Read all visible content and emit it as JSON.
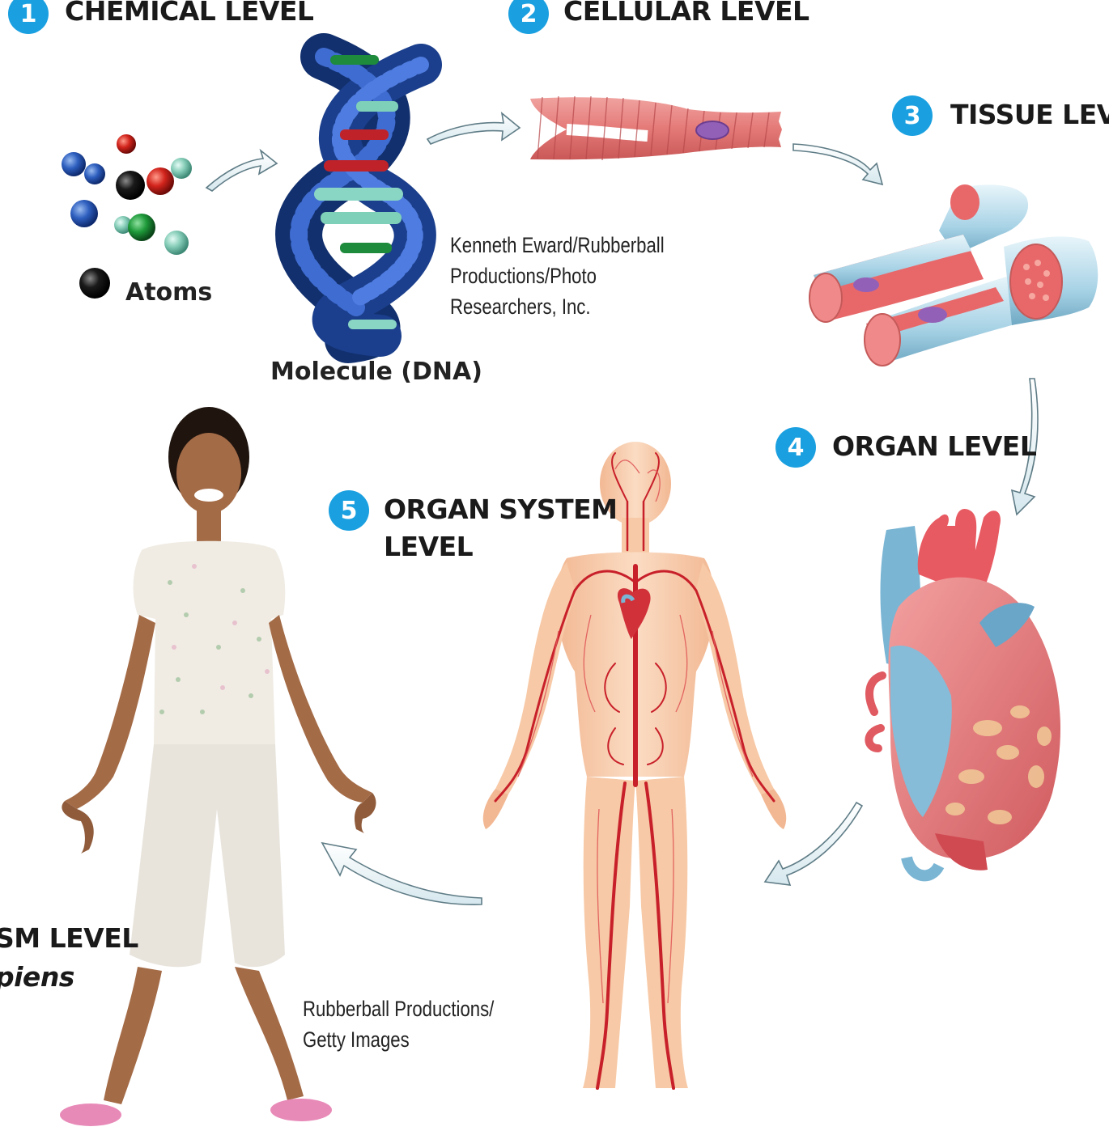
{
  "levels": {
    "chemical": {
      "number": "1",
      "label": "CHEMICAL LEVEL"
    },
    "cellular": {
      "number": "2",
      "label": "CELLULAR LEVEL"
    },
    "tissue": {
      "number": "3",
      "label": "TISSUE LEVE"
    },
    "organ": {
      "number": "4",
      "label": "ORGAN LEVEL"
    },
    "organ_system": {
      "number": "5",
      "label_line1": "ORGAN SYSTEM",
      "label_line2": "LEVEL"
    },
    "organism": {
      "label_line1": "SM LEVEL",
      "label_line2": "piens"
    }
  },
  "labels": {
    "atoms": "Atoms",
    "molecule": "Molecule (DNA)"
  },
  "credits": {
    "dna": [
      "Kenneth Eward/Rubberball",
      "Productions/Photo",
      "Researchers, Inc."
    ],
    "girl": [
      "Rubberball Productions/",
      "Getty Images"
    ]
  },
  "colors": {
    "badge": "#1aa0e0",
    "arrow": "#eaf4f7",
    "muscle": "#e47a78",
    "vessel": "#c8202a",
    "skin": "#f7c9a6"
  }
}
